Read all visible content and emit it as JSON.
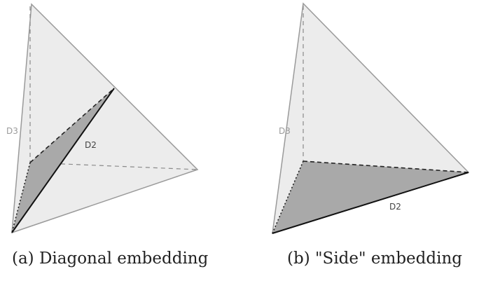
{
  "panels": [
    {
      "caption": "(a) Diagonal embedding",
      "labels": {
        "d3": "D3",
        "d2": "D2"
      }
    },
    {
      "caption": "(b) \"Side\" embedding",
      "labels": {
        "d3": "D3",
        "d2": "D2"
      }
    }
  ],
  "colors": {
    "face_light": "#ececec",
    "face_shaded": "#a9a9a9",
    "edge": "#9a9a9a",
    "edge_dark": "#111111",
    "hidden_edge": "#8a8a8a",
    "label_faint": "#9a9a9a",
    "label_dark": "#444444"
  }
}
